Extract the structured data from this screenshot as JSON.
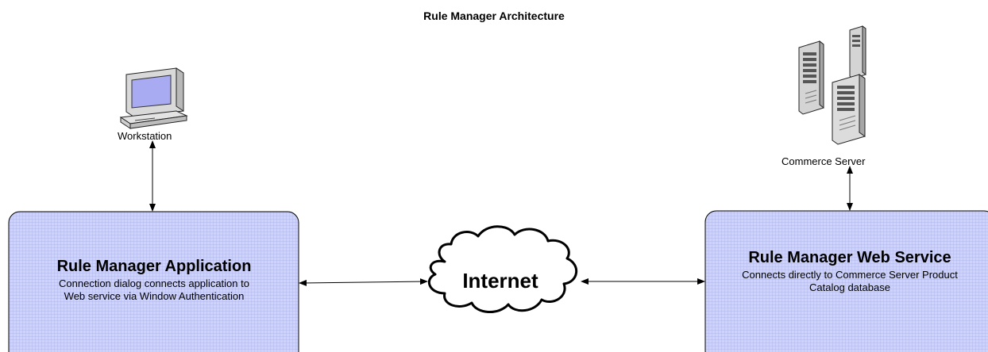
{
  "diagram": {
    "title": "Rule Manager Architecture",
    "workstation": {
      "label": "Workstation",
      "icon": "workstation-computer-icon"
    },
    "server": {
      "label": "Commerce Server",
      "icon": "server-towers-icon"
    },
    "application_box": {
      "title": "Rule Manager Application",
      "description_lines": [
        "Connection dialog connects application to",
        "Web service via Window Authentication"
      ]
    },
    "web_service_box": {
      "title": "Rule Manager Web Service",
      "description_lines": [
        "Connects directly to Commerce Server Product",
        "Catalog database"
      ]
    },
    "cloud": {
      "label": "Internet",
      "icon": "cloud-icon"
    },
    "colors": {
      "box_fill": "#c8cdf6",
      "box_grid": "#aab2ec",
      "screen": "#a9abf2"
    }
  }
}
